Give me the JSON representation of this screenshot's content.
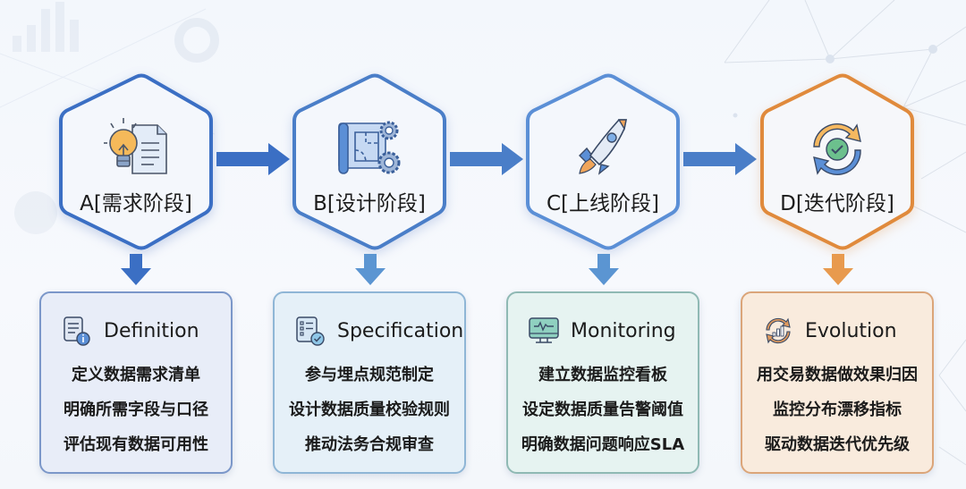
{
  "colors": {
    "blue": "#3b6fc4",
    "blue_light": "#5b8fd6",
    "orange": "#e08a3c",
    "card_a_bg": "#e8edf8",
    "card_b_bg": "#e5f0f8",
    "card_c_bg": "#e6f3f1",
    "card_d_bg": "#f9ebdd"
  },
  "stages": [
    {
      "id": "A",
      "label": "A[需求阶段]",
      "icon": "lightbulb-document-icon",
      "card": {
        "title": "Definition",
        "icon": "document-info-icon",
        "lines": [
          "定义数据需求清单",
          "明确所需字段与口径",
          "评估现有数据可用性"
        ]
      }
    },
    {
      "id": "B",
      "label": "B[设计阶段]",
      "icon": "blueprint-gears-icon",
      "card": {
        "title": "Specification",
        "icon": "checklist-icon",
        "lines": [
          "参与埋点规范制定",
          "设计数据质量校验规则",
          "推动法务合规审查"
        ]
      }
    },
    {
      "id": "C",
      "label": "C[上线阶段]",
      "icon": "rocket-icon",
      "card": {
        "title": "Monitoring",
        "icon": "monitor-pulse-icon",
        "lines": [
          "建立数据监控看板",
          "设定数据质量告警阈值",
          "明确数据问题响应SLA"
        ]
      }
    },
    {
      "id": "D",
      "label": "D[迭代阶段]",
      "icon": "refresh-check-icon",
      "card": {
        "title": "Evolution",
        "icon": "cycle-chart-icon",
        "lines": [
          "用交易数据做效果归因",
          "监控分布漂移指标",
          "驱动数据迭代优先级"
        ]
      }
    }
  ]
}
